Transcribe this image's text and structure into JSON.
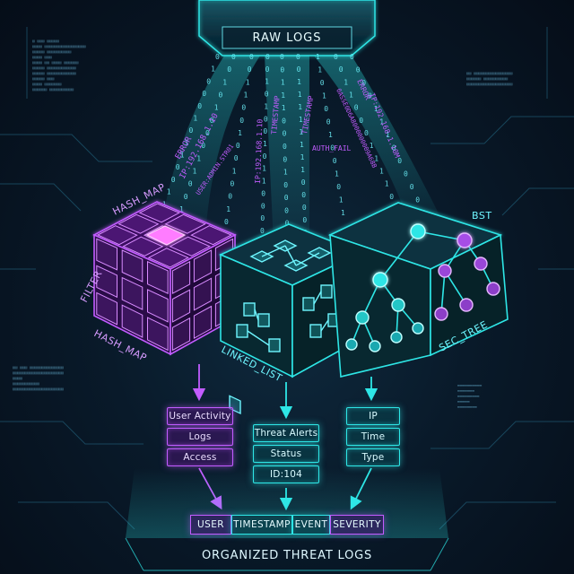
{
  "title": "RAW LOGS",
  "footer": "ORGANIZED THREAT LOGS",
  "stream_texts": [
    "ERROR",
    "IP:192.168.1.10",
    "USER:ADMIN.STR01",
    "TIMESTAMP",
    "IP:192.168.1.10",
    "AUTH_FAIL",
    "TIMESTAMP",
    "0ASSE0D6A8000000009A68B",
    "ERROR",
    "IP:192.168.1.10M"
  ],
  "structures": {
    "hash_map": {
      "label_top": "HASH_MAP",
      "label_side": "FILTER",
      "label_bottom": "HASH_MAP"
    },
    "linked_list": {
      "label": "LINKED_LIST"
    },
    "bst": {
      "label_top": "BST",
      "label_bottom": "SEC_TREE"
    }
  },
  "columns": {
    "left": [
      "User Activity",
      "Logs",
      "Access"
    ],
    "middle": [
      "Threat Alerts",
      "Status",
      "ID:104"
    ],
    "right": [
      "IP",
      "Time",
      "Type"
    ]
  },
  "table_header": [
    "USER",
    "TIMESTAMP",
    "EVENT",
    "SEVERITY"
  ],
  "colors": {
    "purple": "#c25cff",
    "cyan": "#2ee6e6",
    "background": "#091a2a"
  }
}
